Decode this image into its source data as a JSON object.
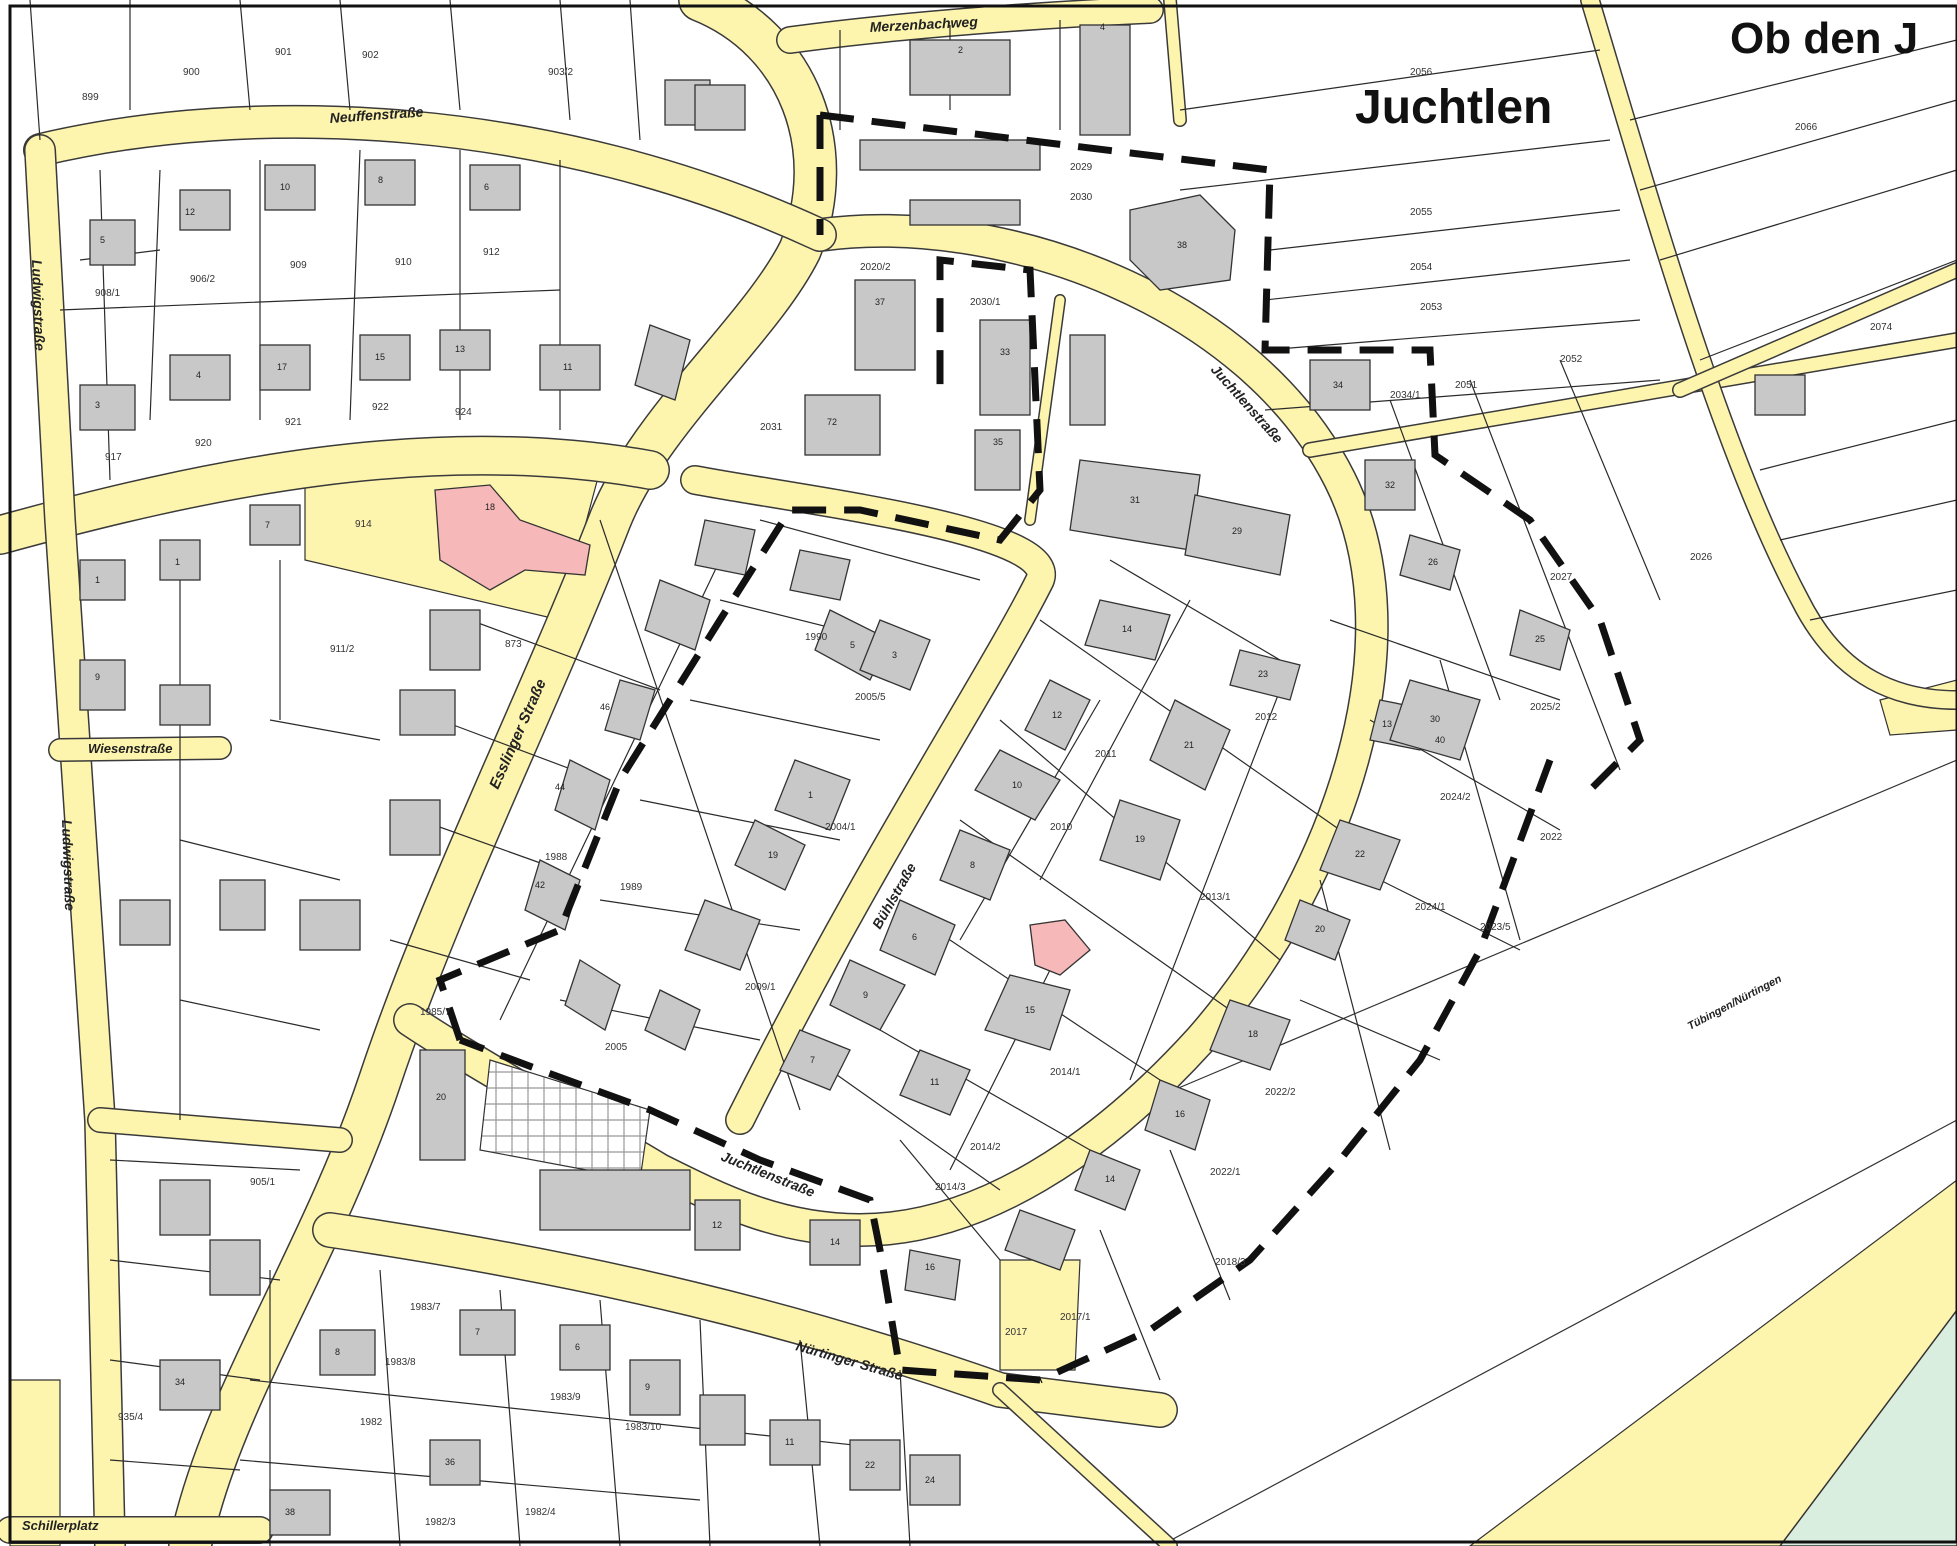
{
  "regions": {
    "juchtlen": "Juchtlen",
    "ob_den": "Ob den J"
  },
  "streets": {
    "merzenbachweg": "Merzenbachweg",
    "neuffenstrasse": "Neuffenstraße",
    "ludwigstrasse_top": "Ludwigstraße",
    "ludwigstrasse": "Ludwigstraße",
    "wiesenstrasse": "Wiesenstraße",
    "esslinger": "Esslinger Straße",
    "juchtlenstrasse_ne": "Juchtlenstraße",
    "juchtlenstrasse_s": "Juchtlenstraße",
    "buehlstrasse": "Bühlstraße",
    "nuertinger": "Nürtinger Straße",
    "schillerplatz": "Schillerplatz",
    "railway": "Tübingen/Nürtingen"
  },
  "parcels": [
    {
      "id": "p1",
      "label": "2030"
    },
    {
      "id": "p2",
      "label": "2056"
    },
    {
      "id": "p3",
      "label": "2055"
    },
    {
      "id": "p4",
      "label": "2054"
    },
    {
      "id": "p5",
      "label": "2053"
    },
    {
      "id": "p6",
      "label": "2052"
    },
    {
      "id": "p7",
      "label": "2051"
    },
    {
      "id": "p8",
      "label": "2034/1"
    },
    {
      "id": "p9",
      "label": "2031"
    },
    {
      "id": "p10",
      "label": "2029"
    },
    {
      "id": "p11",
      "label": "2020/2"
    },
    {
      "id": "p12",
      "label": "2030/1"
    },
    {
      "id": "p13",
      "label": "2024/2"
    },
    {
      "id": "p14",
      "label": "2024/1"
    },
    {
      "id": "p15",
      "label": "2022"
    },
    {
      "id": "p16",
      "label": "2023/5"
    },
    {
      "id": "p17",
      "label": "2013/1"
    },
    {
      "id": "p18",
      "label": "2012"
    },
    {
      "id": "p19",
      "label": "2011"
    },
    {
      "id": "p20",
      "label": "2010"
    },
    {
      "id": "p21",
      "label": "2009/1"
    },
    {
      "id": "p22",
      "label": "2004/1"
    },
    {
      "id": "p23",
      "label": "2005/5"
    },
    {
      "id": "p24",
      "label": "1990"
    },
    {
      "id": "p25",
      "label": "1989"
    },
    {
      "id": "p26",
      "label": "1988"
    },
    {
      "id": "p27",
      "label": "2005"
    },
    {
      "id": "p28",
      "label": "2014/1"
    },
    {
      "id": "p29",
      "label": "2014/2"
    },
    {
      "id": "p30",
      "label": "2014/3"
    },
    {
      "id": "p31",
      "label": "2017/1"
    },
    {
      "id": "p32",
      "label": "2018/3"
    },
    {
      "id": "p33",
      "label": "2022/1"
    },
    {
      "id": "p34",
      "label": "2022/2"
    },
    {
      "id": "p35",
      "label": "1983/9"
    },
    {
      "id": "p36",
      "label": "1983/10"
    },
    {
      "id": "p37",
      "label": "1982"
    },
    {
      "id": "p38",
      "label": "1982/3"
    },
    {
      "id": "p39",
      "label": "1982/4"
    },
    {
      "id": "p40",
      "label": "914"
    },
    {
      "id": "p41",
      "label": "911/2"
    },
    {
      "id": "p42",
      "label": "909"
    },
    {
      "id": "p43",
      "label": "910"
    },
    {
      "id": "p44",
      "label": "912"
    },
    {
      "id": "p45",
      "label": "921"
    },
    {
      "id": "p46",
      "label": "922"
    },
    {
      "id": "p47",
      "label": "924"
    },
    {
      "id": "p48",
      "label": "920"
    },
    {
      "id": "p49",
      "label": "917"
    },
    {
      "id": "p50",
      "label": "908/1"
    },
    {
      "id": "p51",
      "label": "906/2"
    },
    {
      "id": "p52",
      "label": "901"
    },
    {
      "id": "p53",
      "label": "902"
    },
    {
      "id": "p54",
      "label": "903/2"
    },
    {
      "id": "p55",
      "label": "900"
    },
    {
      "id": "p56",
      "label": "899"
    },
    {
      "id": "p57",
      "label": "2066"
    },
    {
      "id": "p58",
      "label": "2074"
    },
    {
      "id": "p59",
      "label": "2026"
    },
    {
      "id": "p60",
      "label": "2025/2"
    },
    {
      "id": "p61",
      "label": "2027"
    },
    {
      "id": "p62",
      "label": "2017"
    },
    {
      "id": "p63",
      "label": "1985/7"
    },
    {
      "id": "p64",
      "label": "1983/7"
    },
    {
      "id": "p65",
      "label": "1983/8"
    },
    {
      "id": "p66",
      "label": "905/1"
    },
    {
      "id": "p67",
      "label": "935/4"
    },
    {
      "id": "p68",
      "label": "873"
    }
  ],
  "buildings": [
    {
      "id": "b1",
      "label": "2"
    },
    {
      "id": "b2",
      "label": "4"
    },
    {
      "id": "b3",
      "label": "38"
    },
    {
      "id": "b4",
      "label": "37"
    },
    {
      "id": "b5",
      "label": "33"
    },
    {
      "id": "b6",
      "label": "35"
    },
    {
      "id": "b7",
      "label": "72"
    },
    {
      "id": "b8",
      "label": "31"
    },
    {
      "id": "b9",
      "label": "29"
    },
    {
      "id": "b10",
      "label": "34"
    },
    {
      "id": "b11",
      "label": "32"
    },
    {
      "id": "b12",
      "label": "26"
    },
    {
      "id": "b13",
      "label": "25"
    },
    {
      "id": "b14",
      "label": "23"
    },
    {
      "id": "b15",
      "label": "21"
    },
    {
      "id": "b16",
      "label": "19"
    },
    {
      "id": "b17",
      "label": "14"
    },
    {
      "id": "b18",
      "label": "12"
    },
    {
      "id": "b19",
      "label": "10"
    },
    {
      "id": "b20",
      "label": "8"
    },
    {
      "id": "b21",
      "label": "6"
    },
    {
      "id": "b22",
      "label": "15"
    },
    {
      "id": "b23",
      "label": "11"
    },
    {
      "id": "b24",
      "label": "9"
    },
    {
      "id": "b25",
      "label": "7"
    },
    {
      "id": "b26",
      "label": "5"
    },
    {
      "id": "b27",
      "label": "3"
    },
    {
      "id": "b28",
      "label": "1"
    },
    {
      "id": "b29",
      "label": "19"
    },
    {
      "id": "b30",
      "label": "13"
    },
    {
      "id": "b31",
      "label": "30"
    },
    {
      "id": "b32",
      "label": "22"
    },
    {
      "id": "b33",
      "label": "20"
    },
    {
      "id": "b34",
      "label": "18"
    },
    {
      "id": "b35",
      "label": "16"
    },
    {
      "id": "b36",
      "label": "14"
    },
    {
      "id": "b37",
      "label": "46"
    },
    {
      "id": "b38",
      "label": "44"
    },
    {
      "id": "b39",
      "label": "42"
    },
    {
      "id": "b40",
      "label": "12"
    },
    {
      "id": "b41",
      "label": "10"
    },
    {
      "id": "b42",
      "label": "8"
    },
    {
      "id": "b43",
      "label": "6"
    },
    {
      "id": "b44",
      "label": "4"
    },
    {
      "id": "b45",
      "label": "17"
    },
    {
      "id": "b46",
      "label": "15"
    },
    {
      "id": "b47",
      "label": "13"
    },
    {
      "id": "b48",
      "label": "11"
    },
    {
      "id": "b49",
      "label": "9"
    },
    {
      "id": "b50",
      "label": "7"
    },
    {
      "id": "b51",
      "label": "5"
    },
    {
      "id": "b52",
      "label": "3"
    },
    {
      "id": "b53",
      "label": "1"
    },
    {
      "id": "b54",
      "label": "1"
    },
    {
      "id": "b55",
      "label": "18"
    },
    {
      "id": "b56",
      "label": "16"
    },
    {
      "id": "b57",
      "label": "14"
    },
    {
      "id": "b58",
      "label": "12"
    },
    {
      "id": "b59",
      "label": "20"
    },
    {
      "id": "b60",
      "label": "22"
    },
    {
      "id": "b61",
      "label": "24"
    },
    {
      "id": "b62",
      "label": "11"
    },
    {
      "id": "b63",
      "label": "9"
    },
    {
      "id": "b64",
      "label": "7"
    },
    {
      "id": "b65",
      "label": "36"
    },
    {
      "id": "b66",
      "label": "40"
    },
    {
      "id": "b67",
      "label": "38"
    },
    {
      "id": "b68",
      "label": "34"
    },
    {
      "id": "b69",
      "label": "8"
    },
    {
      "id": "b70",
      "label": "6"
    }
  ],
  "colors": {
    "road": "#fdf4ae",
    "building": "#c8c8c8",
    "highlight": "#f6b8b8",
    "boundary": "#111111",
    "green": "#d9eedf",
    "yellow_field": "#fdf4ae"
  }
}
